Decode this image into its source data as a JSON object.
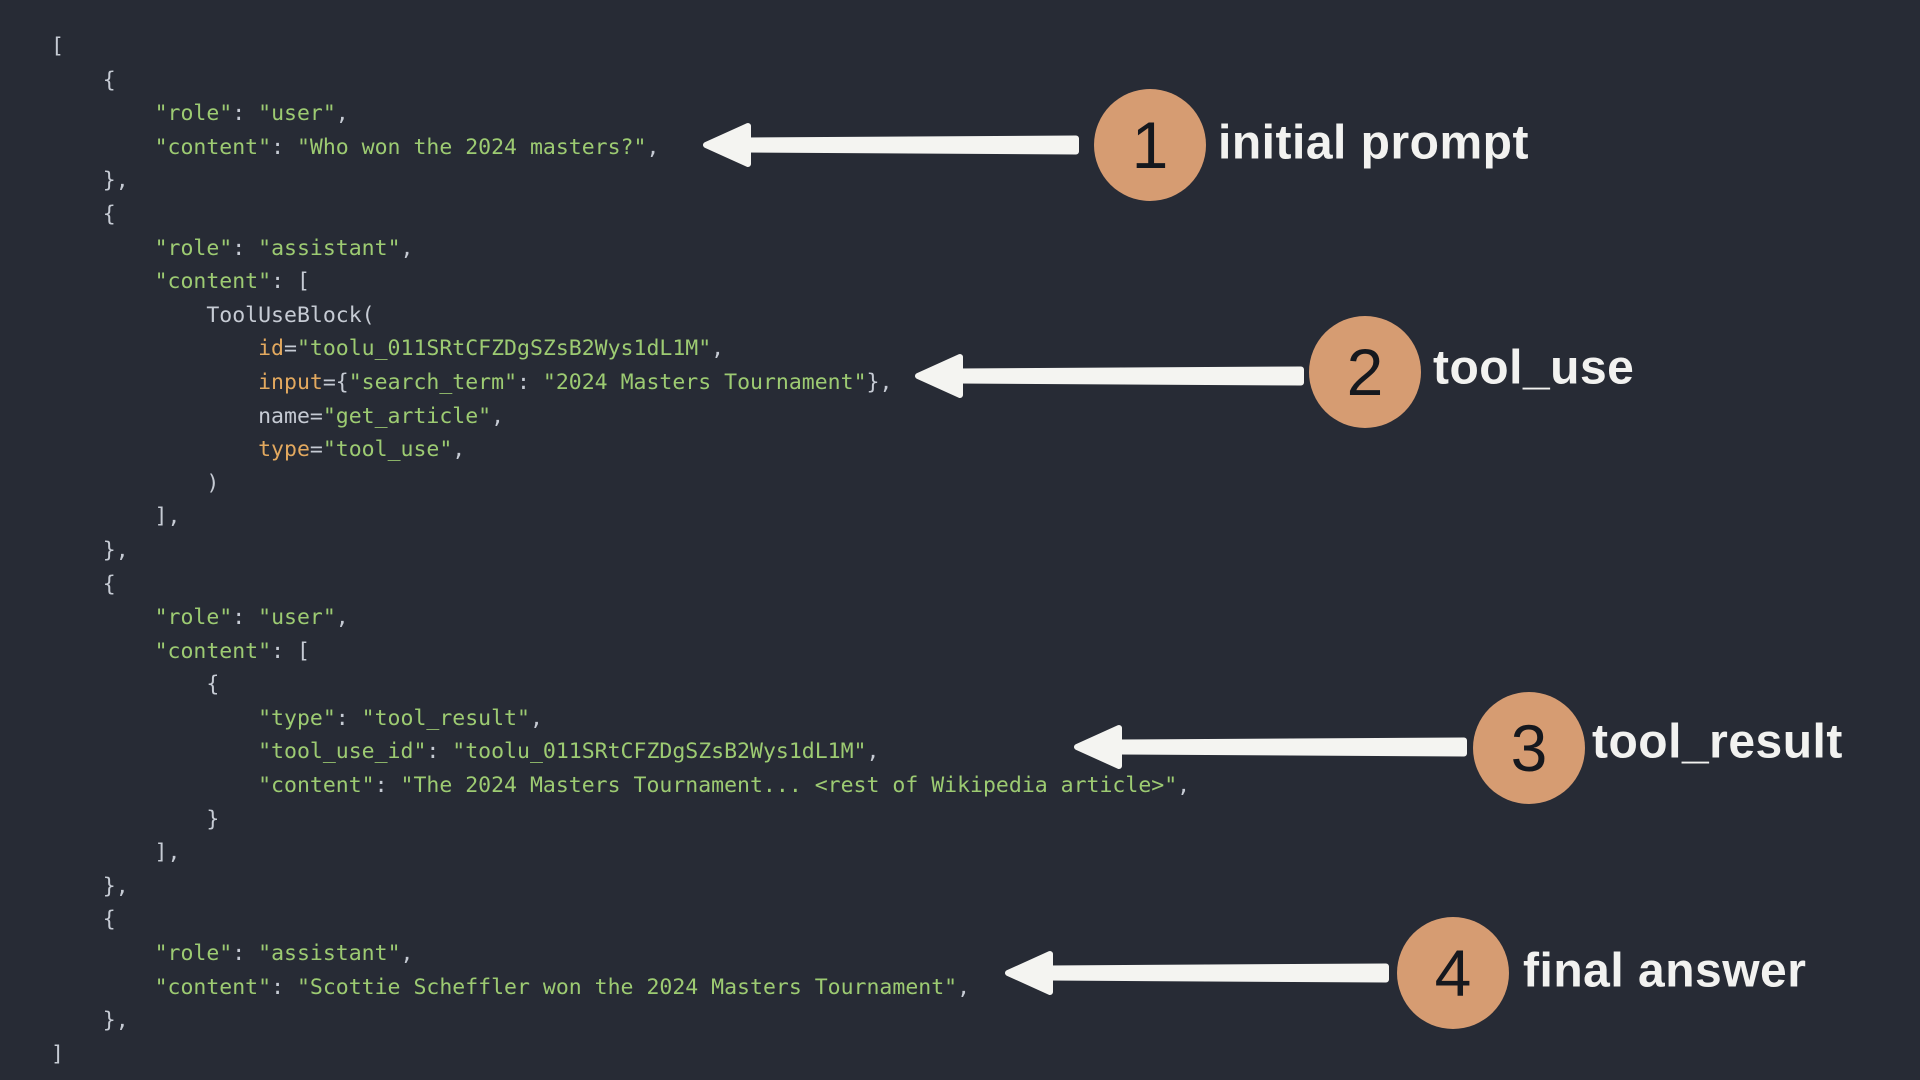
{
  "theme": {
    "bg": "#272b35",
    "string": "#9dcb72",
    "plain": "#c6cbd4",
    "builtin": "#e3a95f",
    "circle": "#d69c72",
    "circle_text": "#15181e",
    "arrow": "#f4f4f1",
    "label": "#f2f2f0"
  },
  "annotations": [
    {
      "number": "1",
      "label": "initial prompt"
    },
    {
      "number": "2",
      "label": "tool_use"
    },
    {
      "number": "3",
      "label": "tool_result"
    },
    {
      "number": "4",
      "label": "final answer"
    }
  ],
  "code": {
    "lines": [
      [
        [
          "p",
          "["
        ]
      ],
      [
        [
          "p",
          "    {"
        ]
      ],
      [
        [
          "p",
          "        "
        ],
        [
          "s",
          "\"role\""
        ],
        [
          "p",
          ": "
        ],
        [
          "s",
          "\"user\""
        ],
        [
          "p",
          ","
        ]
      ],
      [
        [
          "p",
          "        "
        ],
        [
          "s",
          "\"content\""
        ],
        [
          "p",
          ": "
        ],
        [
          "s",
          "\"Who won the 2024 masters?\""
        ],
        [
          "p",
          ","
        ]
      ],
      [
        [
          "p",
          "    },"
        ]
      ],
      [
        [
          "p",
          "    {"
        ]
      ],
      [
        [
          "p",
          "        "
        ],
        [
          "s",
          "\"role\""
        ],
        [
          "p",
          ": "
        ],
        [
          "s",
          "\"assistant\""
        ],
        [
          "p",
          ","
        ]
      ],
      [
        [
          "p",
          "        "
        ],
        [
          "s",
          "\"content\""
        ],
        [
          "p",
          ": ["
        ]
      ],
      [
        [
          "p",
          "            ToolUseBlock("
        ]
      ],
      [
        [
          "p",
          "                "
        ],
        [
          "b",
          "id"
        ],
        [
          "p",
          "="
        ],
        [
          "s",
          "\"toolu_011SRtCFZDgSZsB2Wys1dL1M\""
        ],
        [
          "p",
          ","
        ]
      ],
      [
        [
          "p",
          "                "
        ],
        [
          "b",
          "input"
        ],
        [
          "p",
          "={"
        ],
        [
          "s",
          "\"search_term\""
        ],
        [
          "p",
          ": "
        ],
        [
          "s",
          "\"2024 Masters Tournament\""
        ],
        [
          "p",
          "},"
        ]
      ],
      [
        [
          "p",
          "                name="
        ],
        [
          "s",
          "\"get_article\""
        ],
        [
          "p",
          ","
        ]
      ],
      [
        [
          "p",
          "                "
        ],
        [
          "b",
          "type"
        ],
        [
          "p",
          "="
        ],
        [
          "s",
          "\"tool_use\""
        ],
        [
          "p",
          ","
        ]
      ],
      [
        [
          "p",
          "            )"
        ]
      ],
      [
        [
          "p",
          "        ],"
        ]
      ],
      [
        [
          "p",
          "    },"
        ]
      ],
      [
        [
          "p",
          "    {"
        ]
      ],
      [
        [
          "p",
          "        "
        ],
        [
          "s",
          "\"role\""
        ],
        [
          "p",
          ": "
        ],
        [
          "s",
          "\"user\""
        ],
        [
          "p",
          ","
        ]
      ],
      [
        [
          "p",
          "        "
        ],
        [
          "s",
          "\"content\""
        ],
        [
          "p",
          ": ["
        ]
      ],
      [
        [
          "p",
          "            {"
        ]
      ],
      [
        [
          "p",
          "                "
        ],
        [
          "s",
          "\"type\""
        ],
        [
          "p",
          ": "
        ],
        [
          "s",
          "\"tool_result\""
        ],
        [
          "p",
          ","
        ]
      ],
      [
        [
          "p",
          "                "
        ],
        [
          "s",
          "\"tool_use_id\""
        ],
        [
          "p",
          ": "
        ],
        [
          "s",
          "\"toolu_011SRtCFZDgSZsB2Wys1dL1M\""
        ],
        [
          "p",
          ","
        ]
      ],
      [
        [
          "p",
          "                "
        ],
        [
          "s",
          "\"content\""
        ],
        [
          "p",
          ": "
        ],
        [
          "s",
          "\"The 2024 Masters Tournament... <rest of Wikipedia article>\""
        ],
        [
          "p",
          ","
        ]
      ],
      [
        [
          "p",
          "            }"
        ]
      ],
      [
        [
          "p",
          "        ],"
        ]
      ],
      [
        [
          "p",
          "    },"
        ]
      ],
      [
        [
          "p",
          "    {"
        ]
      ],
      [
        [
          "p",
          "        "
        ],
        [
          "s",
          "\"role\""
        ],
        [
          "p",
          ": "
        ],
        [
          "s",
          "\"assistant\""
        ],
        [
          "p",
          ","
        ]
      ],
      [
        [
          "p",
          "        "
        ],
        [
          "s",
          "\"content\""
        ],
        [
          "p",
          ": "
        ],
        [
          "s",
          "\"Scottie Scheffler won the 2024 Masters Tournament\""
        ],
        [
          "p",
          ","
        ]
      ],
      [
        [
          "p",
          "    },"
        ]
      ],
      [
        [
          "p",
          "]"
        ]
      ]
    ]
  }
}
